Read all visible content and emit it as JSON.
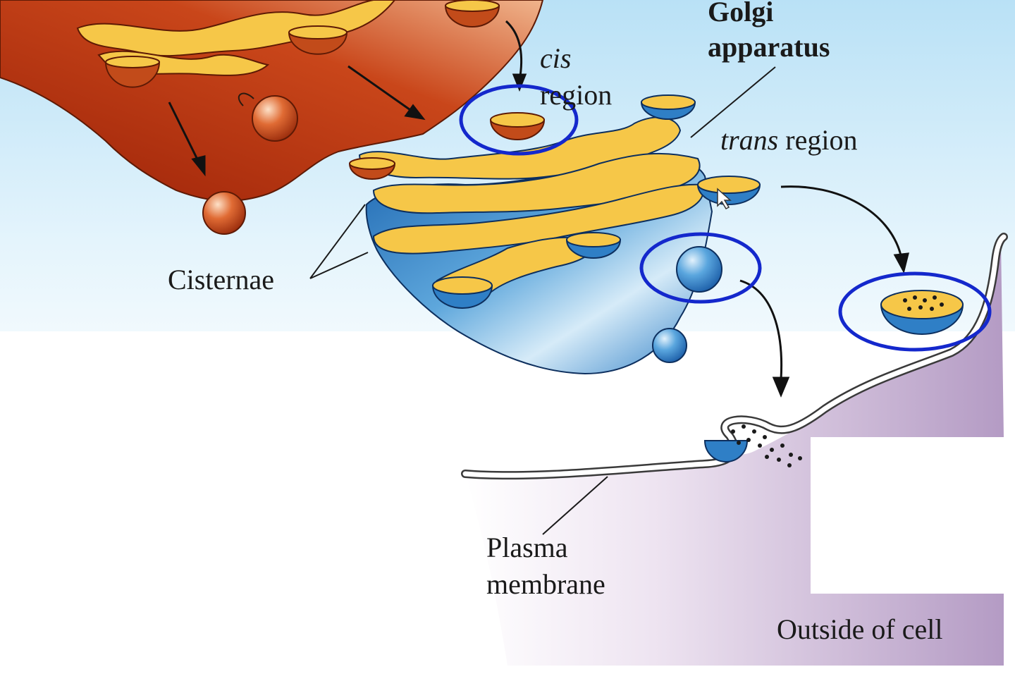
{
  "labels": {
    "golgi_line1": "Golgi",
    "golgi_line2": "apparatus",
    "cis_word": "cis",
    "cis_region_word": "region",
    "trans_word": "trans",
    "trans_region_word": " region",
    "cisternae": "Cisternae",
    "plasma_line1": "Plasma",
    "plasma_line2": "membrane",
    "outside": "Outside of cell"
  },
  "colors": {
    "er_dark": "#a82a0c",
    "er_light": "#e9875a",
    "golgi_blue": "#2f7fc6",
    "golgi_light": "#cfe6f7",
    "cisterna_yellow": "#f6c748",
    "highlight_circle": "#1428cc",
    "outside_purple": "#b49bc4",
    "sky_top": "#bfe4f7"
  }
}
